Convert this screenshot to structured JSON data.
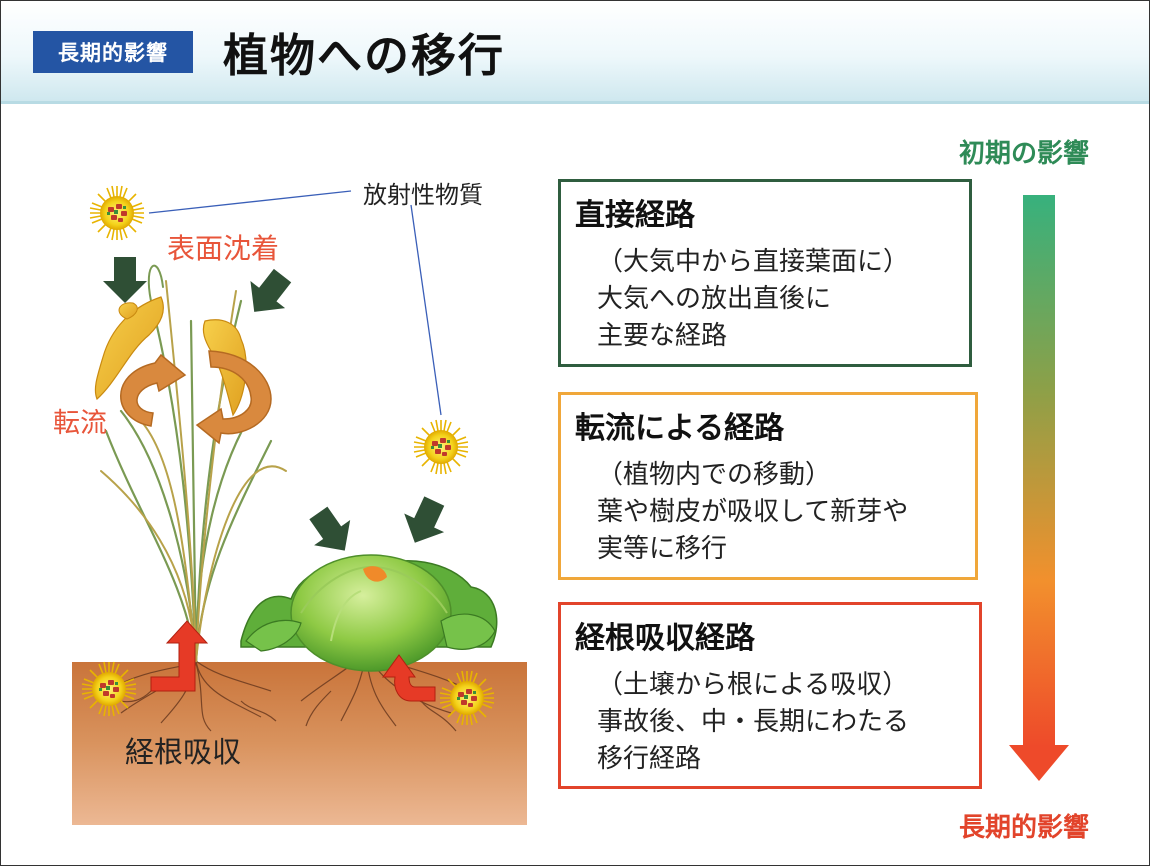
{
  "header": {
    "tag": "長期的影響",
    "title": "植物への移行"
  },
  "illustration": {
    "radioactive_label": "放射性物質",
    "surface_label": "表面沈着",
    "translocation_label": "転流",
    "root_label": "経根吸収"
  },
  "pathways": [
    {
      "title": "直接経路",
      "lines": [
        "（大気中から直接葉面に）",
        "大気への放出直後に",
        "主要な経路"
      ]
    },
    {
      "title": "転流による経路",
      "lines": [
        "（植物内での移動）",
        "葉や樹皮が吸収して新芽や",
        "実等に移行"
      ]
    },
    {
      "title": "経根吸収経路",
      "lines": [
        "（土壌から根による吸収）",
        "事故後、中・長期にわたる",
        "移行経路"
      ]
    }
  ],
  "timeline": {
    "top_label": "初期の影響",
    "bottom_label": "長期的影響"
  },
  "colors": {
    "tag_bg": "#2455a4",
    "direct": "#2f5d3f",
    "translocation": "#f0a73a",
    "root": "#e2442b",
    "accent_text": "#e8553a",
    "early": "#2e8b57"
  }
}
